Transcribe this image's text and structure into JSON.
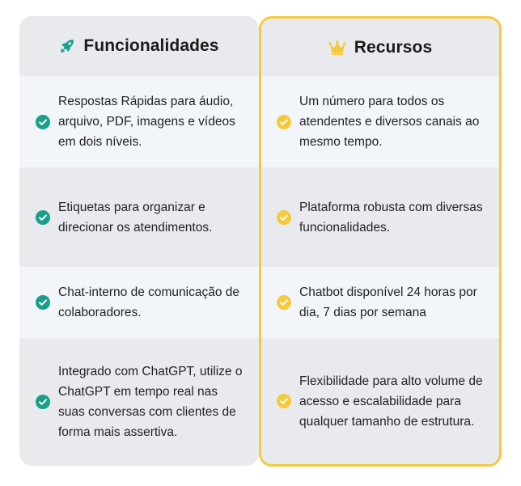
{
  "colors": {
    "teal_check": "#1a9f8a",
    "yellow_check": "#f6c93b",
    "right_border": "#f6c93b",
    "row_light": "#f2f5f9",
    "row_dark": "#e8eaee"
  },
  "left": {
    "title": "Funcionalidades",
    "icon": "rocket-icon",
    "rows": [
      "Respostas Rápidas para áudio, arquivo, PDF, imagens e vídeos em dois níveis.",
      "Etiquetas para organizar e direcionar os atendimentos.",
      "Chat-interno de comunicação de colaboradores.",
      "Integrado com ChatGPT, utilize o ChatGPT em tempo real nas suas conversas com clientes de forma mais assertiva."
    ]
  },
  "right": {
    "title": "Recursos",
    "icon": "crown-icon",
    "rows": [
      "Um número para todos os atendentes e diversos canais ao mesmo tempo.",
      "Plataforma robusta com diversas funcionalidades.",
      "Chatbot disponível 24 horas por dia, 7 dias por semana",
      "Flexibilidade para alto volume de acesso e escalabilidade para qualquer tamanho de estrutura."
    ]
  }
}
